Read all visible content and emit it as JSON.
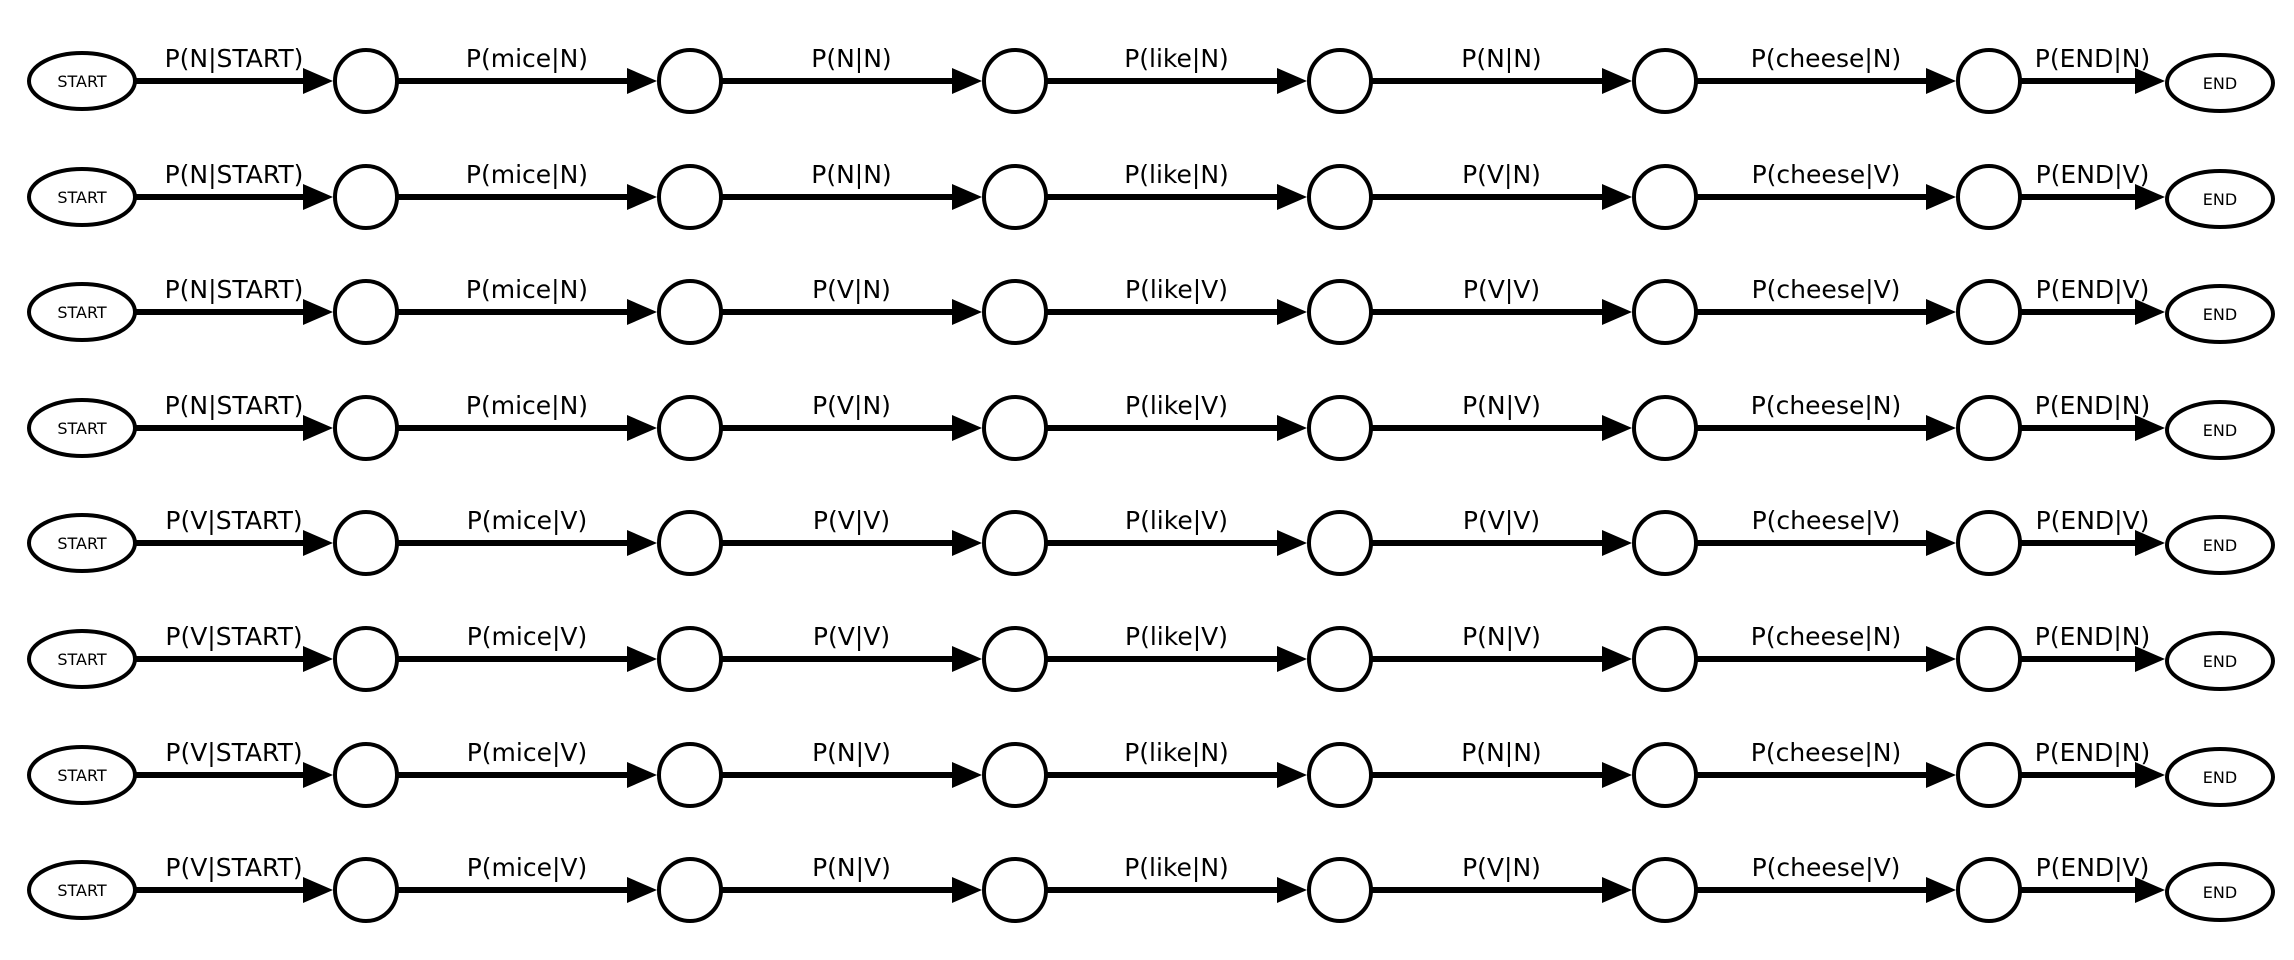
{
  "start_label": "START",
  "end_label": "END",
  "paths": [
    [
      "P(N|START)",
      "P(mice|N)",
      "P(N|N)",
      "P(like|N)",
      "P(N|N)",
      "P(cheese|N)",
      "P(END|N)"
    ],
    [
      "P(N|START)",
      "P(mice|N)",
      "P(N|N)",
      "P(like|N)",
      "P(V|N)",
      "P(cheese|V)",
      "P(END|V)"
    ],
    [
      "P(N|START)",
      "P(mice|N)",
      "P(V|N)",
      "P(like|V)",
      "P(V|V)",
      "P(cheese|V)",
      "P(END|V)"
    ],
    [
      "P(N|START)",
      "P(mice|N)",
      "P(V|N)",
      "P(like|V)",
      "P(N|V)",
      "P(cheese|N)",
      "P(END|N)"
    ],
    [
      "P(V|START)",
      "P(mice|V)",
      "P(V|V)",
      "P(like|V)",
      "P(V|V)",
      "P(cheese|V)",
      "P(END|V)"
    ],
    [
      "P(V|START)",
      "P(mice|V)",
      "P(V|V)",
      "P(like|V)",
      "P(N|V)",
      "P(cheese|N)",
      "P(END|N)"
    ],
    [
      "P(V|START)",
      "P(mice|V)",
      "P(N|V)",
      "P(like|N)",
      "P(N|N)",
      "P(cheese|N)",
      "P(END|N)"
    ],
    [
      "P(V|START)",
      "P(mice|V)",
      "P(N|V)",
      "P(like|N)",
      "P(V|N)",
      "P(cheese|V)",
      "P(END|V)"
    ]
  ]
}
